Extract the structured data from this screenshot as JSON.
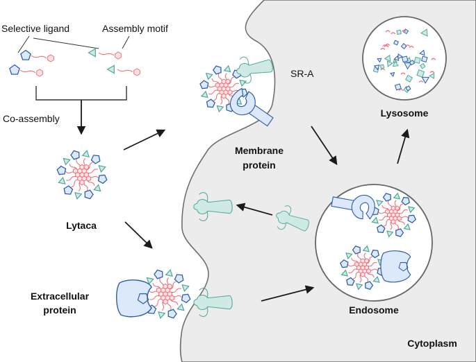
{
  "labels": {
    "selective_ligand": "Selective ligand",
    "assembly_motif": "Assembly motif",
    "co_assembly": "Co-assembly",
    "lytaca": "Lytaca",
    "extracellular_protein_line1": "Extracellular",
    "extracellular_protein_line2": "protein",
    "membrane_protein_line1": "Membrane",
    "membrane_protein_line2": "protein",
    "sr_a": "SR-A",
    "lysosome": "Lysosome",
    "endosome": "Endosome",
    "cytoplasm": "Cytoplasm"
  },
  "colors": {
    "cytoplasm_fill": "#ececec",
    "ligand_blue": "#5b86c6",
    "ligand_fill": "#dbe9fb",
    "motif_pink": "#f06f7a",
    "motif_fill": "#fde3e4",
    "teal": "#7cc4bb",
    "teal_fill": "#cfe9e4",
    "arrow": "#1a1a1a"
  }
}
